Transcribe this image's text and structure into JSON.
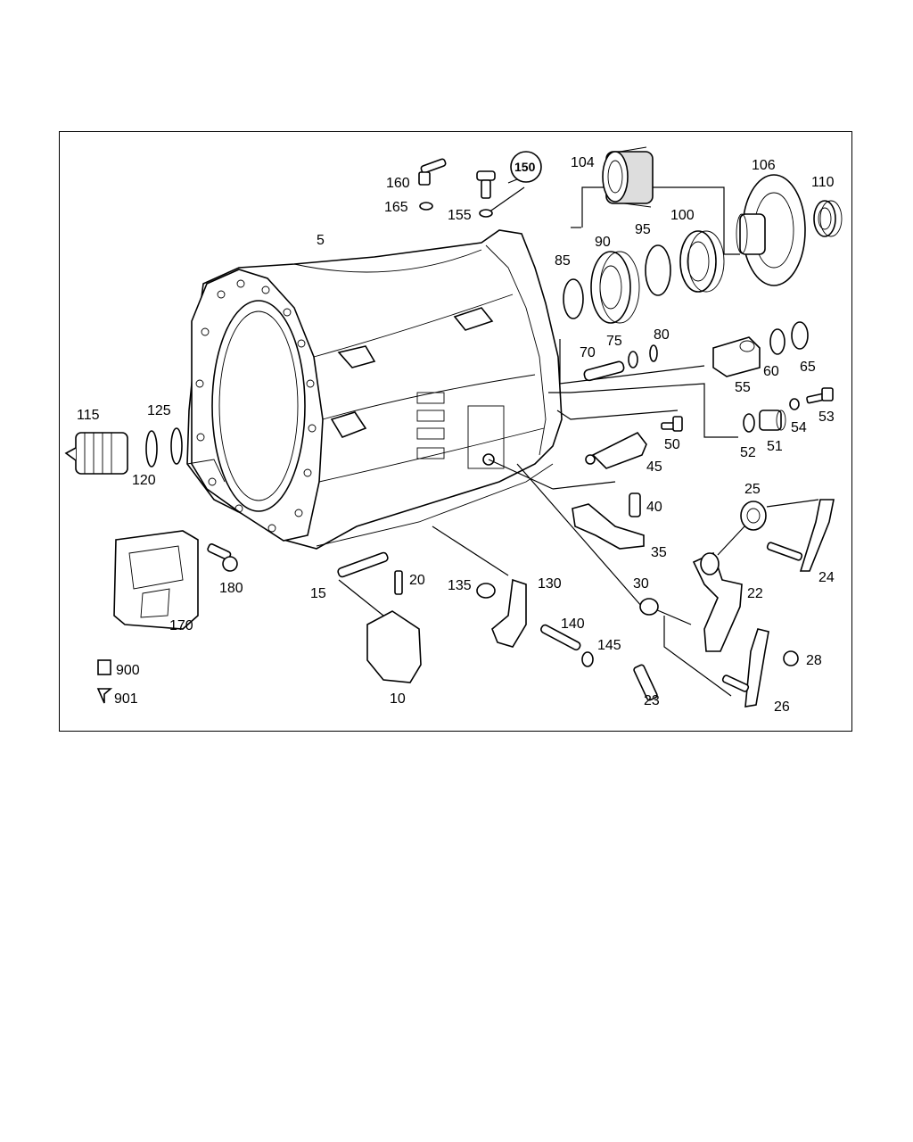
{
  "diagram": {
    "labels": [
      "5",
      "10",
      "15",
      "20",
      "22",
      "23",
      "24",
      "25",
      "26",
      "28",
      "30",
      "35",
      "40",
      "45",
      "50",
      "51",
      "52",
      "53",
      "54",
      "55",
      "60",
      "65",
      "70",
      "75",
      "80",
      "85",
      "90",
      "95",
      "100",
      "104",
      "106",
      "110",
      "115",
      "120",
      "125",
      "130",
      "135",
      "140",
      "145",
      "150",
      "155",
      "160",
      "165",
      "170",
      "180",
      "900",
      "901"
    ]
  }
}
